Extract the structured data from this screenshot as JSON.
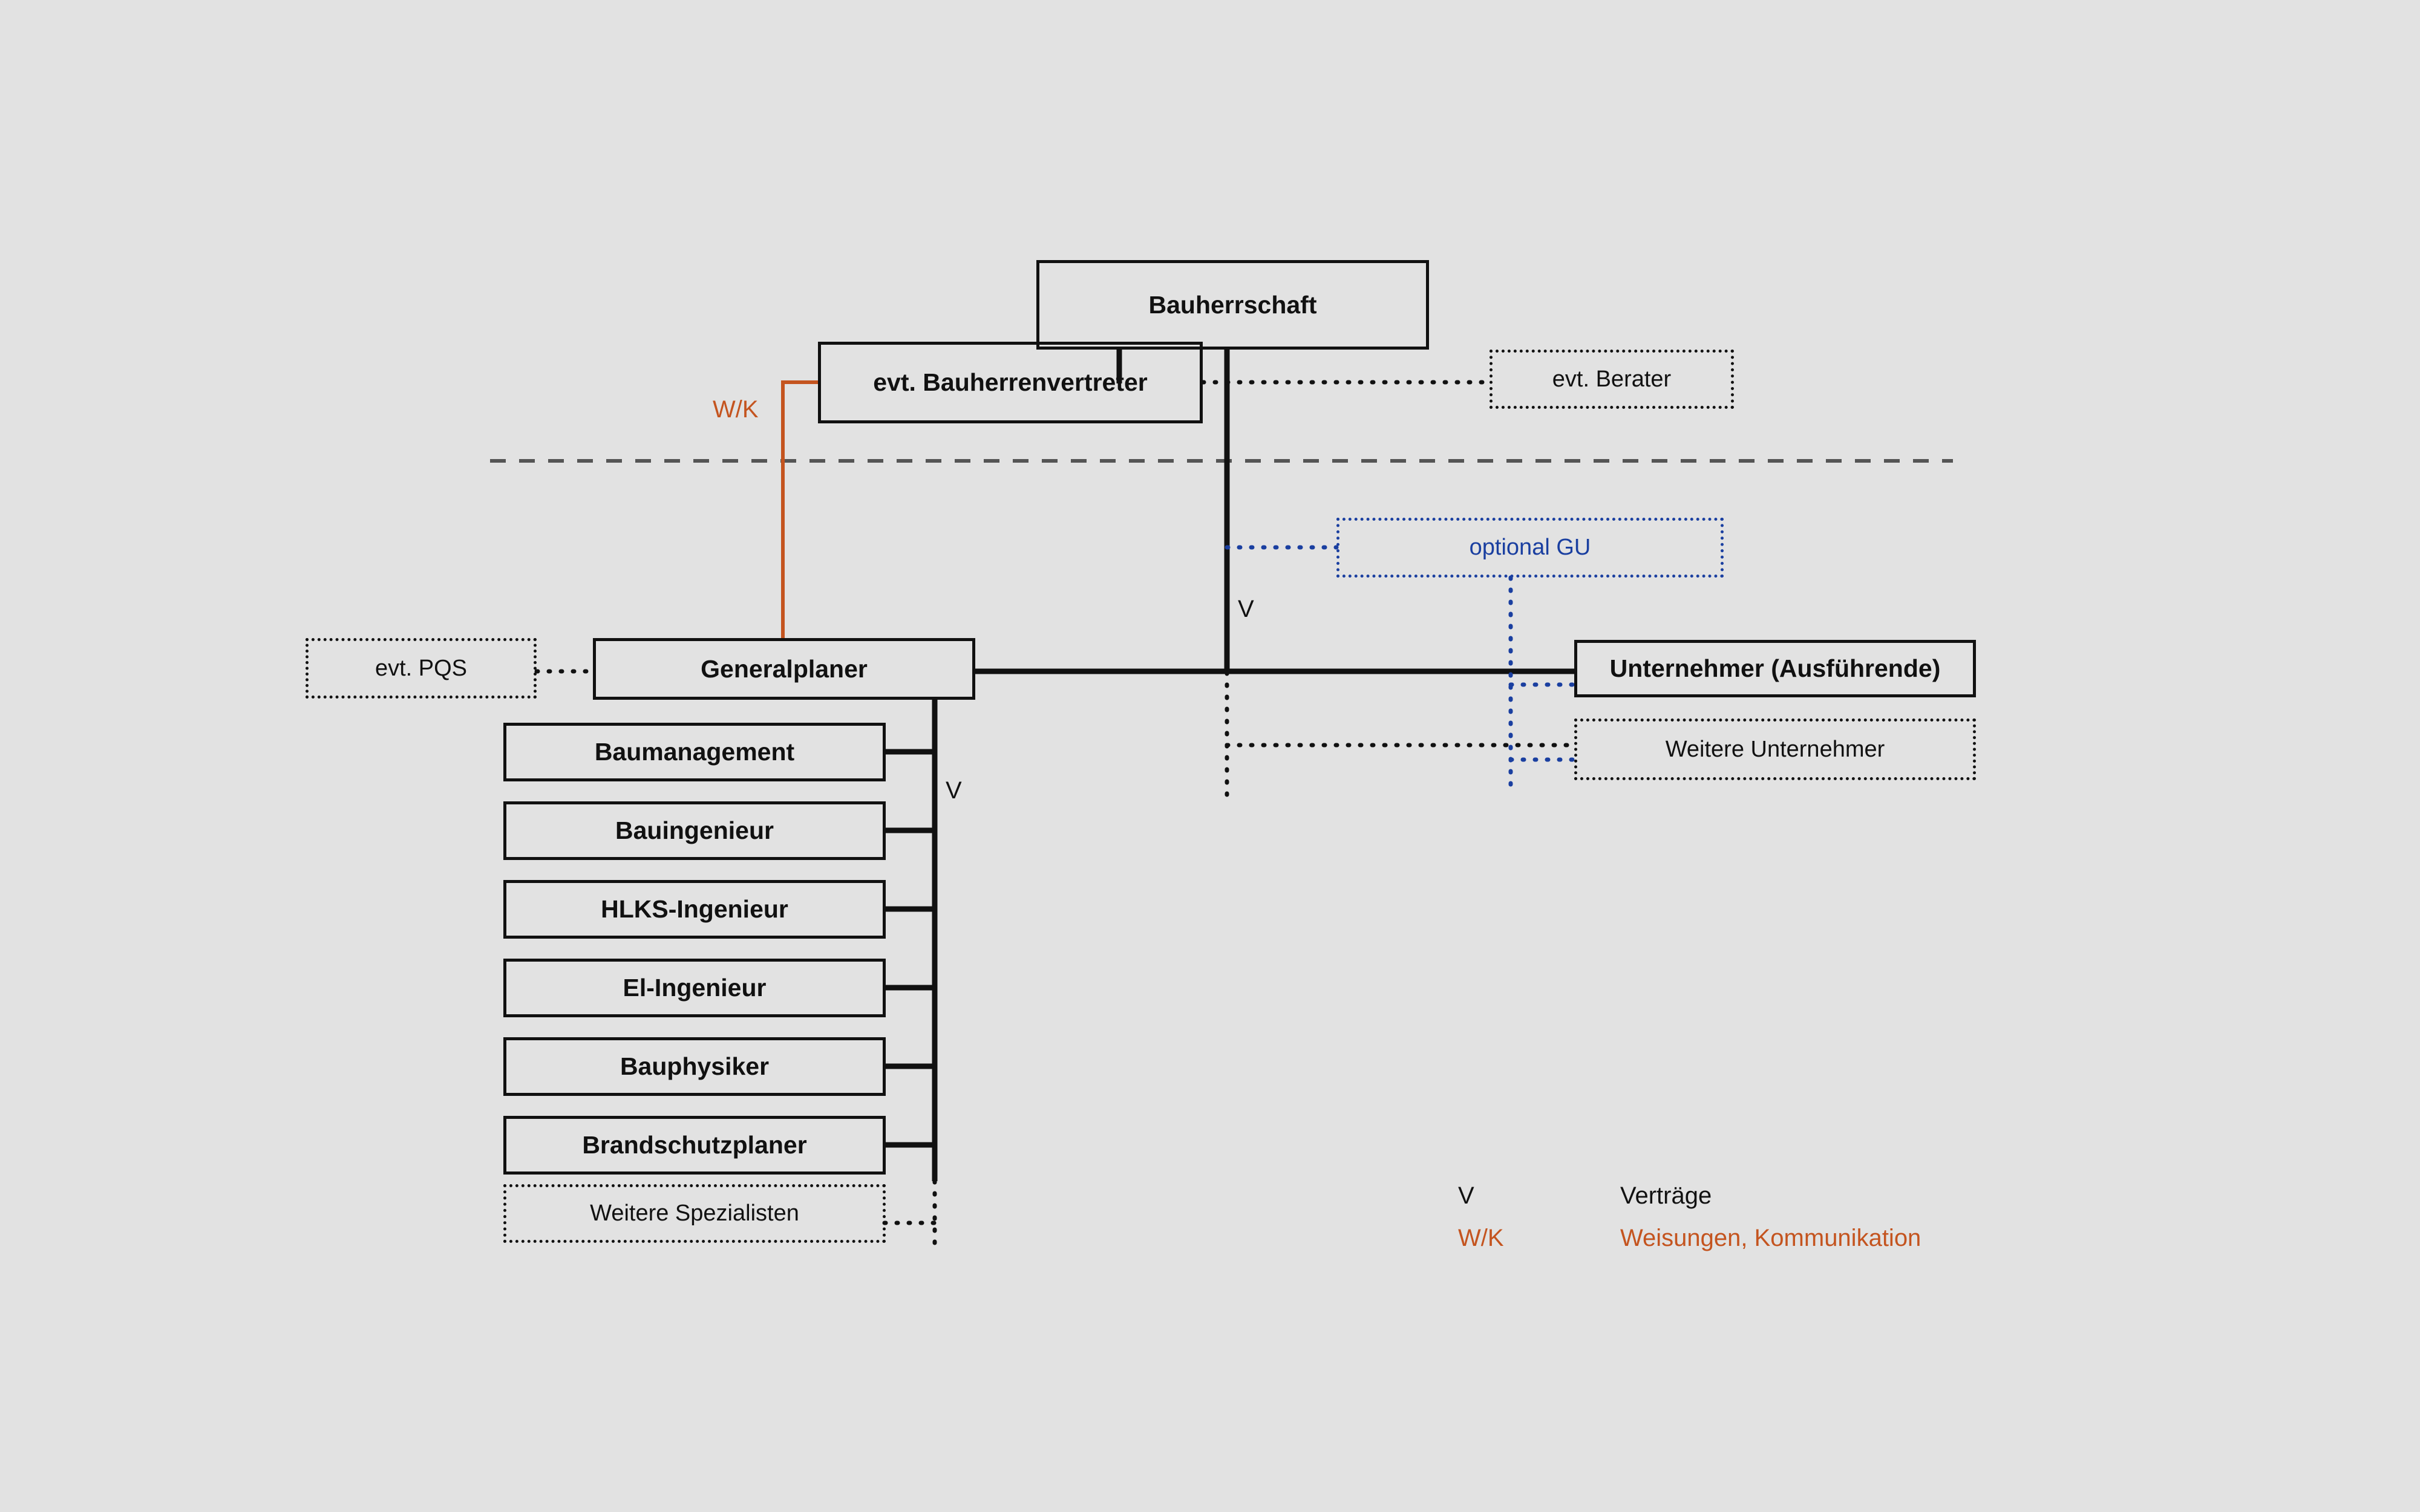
{
  "diagram": {
    "title_present": false,
    "background_color": "#e2e2e2",
    "colors": {
      "line_black": "#111111",
      "line_orange": "#c4541f",
      "line_blue": "#1a3fa0",
      "divider_gray": "#555555"
    }
  },
  "nodes": {
    "bauherrschaft": {
      "label": "Bauherrschaft",
      "style": "solid"
    },
    "bauherrenvertreter": {
      "label": "evt. Bauherrenvertreter",
      "style": "solid"
    },
    "berater": {
      "label": "evt. Berater",
      "style": "dotted"
    },
    "optional_gu": {
      "label": "optional GU",
      "style": "dotted-blue"
    },
    "pqs": {
      "label": "evt. PQS",
      "style": "dotted"
    },
    "generalplaner": {
      "label": "Generalplaner",
      "style": "solid"
    },
    "unternehmer": {
      "label": "Unternehmer (Ausführende)",
      "style": "solid"
    },
    "weitere_unternehmer": {
      "label": "Weitere Unternehmer",
      "style": "dotted"
    }
  },
  "specialists": [
    {
      "label": "Baumanagement",
      "style": "solid"
    },
    {
      "label": "Bauingenieur",
      "style": "solid"
    },
    {
      "label": "HLKS-Ingenieur",
      "style": "solid"
    },
    {
      "label": "El-Ingenieur",
      "style": "solid"
    },
    {
      "label": "Bauphysiker",
      "style": "solid"
    },
    {
      "label": "Brandschutzplaner",
      "style": "solid"
    },
    {
      "label": "Weitere Spezialisten",
      "style": "dotted"
    }
  ],
  "edge_labels": {
    "wk_vertical": "W/K",
    "v_trunk": "V",
    "v_specialists": "V"
  },
  "legend": {
    "rows": [
      {
        "symbol": "V",
        "text": "Verträge",
        "color": "#111111"
      },
      {
        "symbol": "W/K",
        "text": "Weisungen, Kommunikation",
        "color": "#c4541f"
      }
    ]
  }
}
